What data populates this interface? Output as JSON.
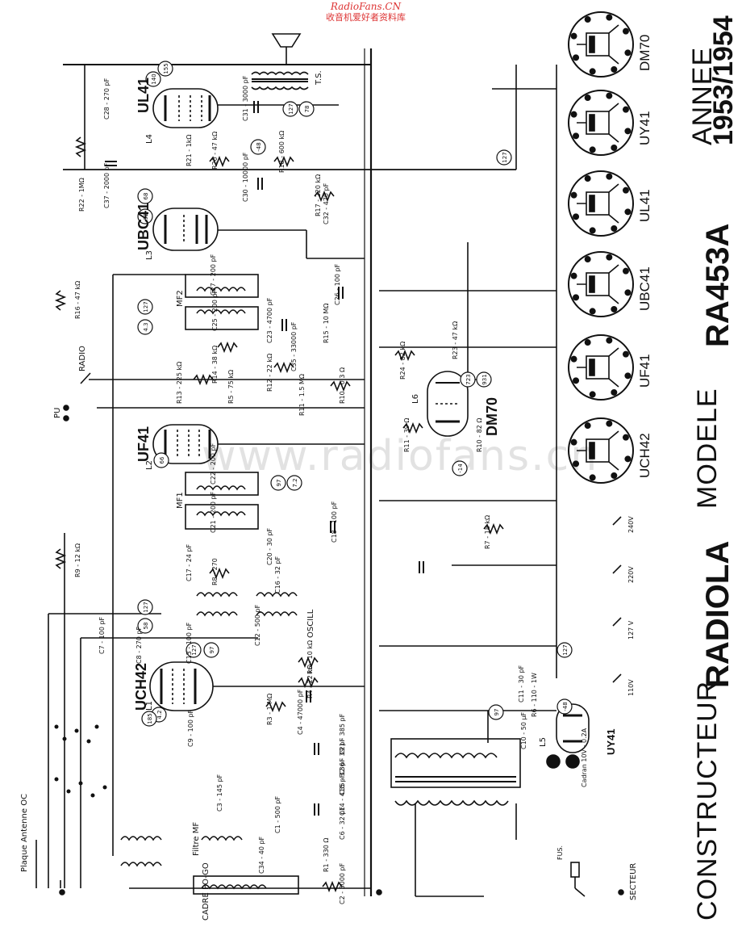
{
  "watermark": {
    "site": "RadioFans.CN",
    "subtitle": "收音机爱好者资料库",
    "center": "www.radiofans.cn"
  },
  "header": {
    "constructeur_label": "CONSTRUCTEUR",
    "constructeur_value": "RADIOLA",
    "modele_label": "MODELE",
    "modele_value": "RA453A",
    "annee_label": "ANNEE",
    "annee_value": "1953/1954"
  },
  "tubes": [
    {
      "name": "UCH42"
    },
    {
      "name": "UF41"
    },
    {
      "name": "UBC41"
    },
    {
      "name": "UL41"
    },
    {
      "name": "UY41"
    },
    {
      "name": "DM70"
    }
  ],
  "valves": {
    "ul41": "UL41",
    "ubc41": "UBC41",
    "uf41": "UF41",
    "uch42": "UCH42",
    "uy41": "UY41",
    "dm70": "DM70",
    "ul41_ref": "L4",
    "ubc41_ref": "L3",
    "uf41_ref": "L2",
    "uch42_ref": "L1",
    "uy41_ref": "L5",
    "dm70_ref": "L6"
  },
  "voltage_selector": [
    "110V",
    "127 V",
    "220V",
    "240V"
  ],
  "components": {
    "r22": "R22 - 1MΩ",
    "c37": "C37 - 2000 pF",
    "c28": "C28 - 270 pF",
    "c31": "C31 - 3000 pF",
    "r21": "R21 - 1kΩ",
    "r20": "R20 - 47 kΩ",
    "r18": "R18 - 600 kΩ",
    "c30": "C30 - 10000 pF",
    "r17": "R17 - 220 kΩ",
    "c32": "C32 - 470 pF",
    "c27": "C27 - 200 pF",
    "c26": "C26 - 100 pF",
    "r16": "R16 - 47 kΩ",
    "c23": "C23 - 4700 pF",
    "r15": "R15 - 10 MΩ",
    "c25": "C25 - 200 pF",
    "r24": "R24 - 82 kΩ",
    "r23": "R23 - 47 kΩ",
    "c35": "C35 - 33000 pF",
    "r14": "R14 - 38 kΩ",
    "r12": "R12 - 22 kΩ",
    "r13": "R13 - 225 kΩ",
    "r5": "R5 - 75 kΩ",
    "r10": "R10 - 0.3 Ω",
    "r11b": "R11 - 1.5 MΩ",
    "r11": "R11 - 39 Ω",
    "r10b": "R10 - 82 Ω",
    "c22": "C22 - 200 pF",
    "c21b": "C21 - 200 pF",
    "c20": "C20 - 30 pF",
    "c18": "C18 - 100 pF",
    "r7": "R7 - 18 kΩ",
    "r9": "R9 - 12 kΩ",
    "c17": "C17 - 24 pF",
    "r8": "R8 - 270",
    "c16": "C16 - 32 pF",
    "c15": "C15",
    "c13": "C13 - 100 pF",
    "c12": "C12 - 500 pF",
    "c9": "C9 - 100 pF",
    "c8": "C8 - 270 pF",
    "c7": "C7 - 100 pF",
    "r6": "R6 - 10 kΩ",
    "r4": "R4 - 22 kΩ",
    "r3": "R3 - 1 MΩ",
    "c4": "C4 - 47000 pF",
    "c11": "C11 - 30 pF",
    "r6b": "R6 - 110 - 1W",
    "c10": "C10 - 50 µF",
    "c21": "C21 - 385 pF",
    "c36": "C36 - 39 pF",
    "c35b": "C35 - 32 pF",
    "c14": "C14 - 415 pF",
    "c3": "C3 - 145 pF",
    "c1": "C1 - 500 pF",
    "c6": "C6 - 32 pF",
    "r1": "R1 - 330 Ω",
    "c34": "C34 - 40 pF",
    "c2": "C2 - 3000 pF",
    "fuse": "FUS.",
    "cadran": "Cadran 10V - 0.2A",
    "filtre": "Filtre MF",
    "cadre": "CADRE PO-GO",
    "secteur": "SECTEUR",
    "plaque": "Plaque Antenne OC",
    "pu": "PU",
    "radio": "RADIO",
    "oscill": "OSCILL",
    "mf1": "MF1",
    "mf2": "MF2",
    "ts": "T.S."
  },
  "voltages": [
    "140",
    "155",
    "127",
    "78",
    "-48",
    "68",
    "92",
    "127",
    "4.3",
    "723",
    "931",
    "-14",
    "97",
    "7.2",
    "127",
    "58",
    "127",
    "97",
    "4.2",
    "185",
    "97",
    "127",
    "-48",
    "127",
    "66"
  ],
  "tube_sockets": {
    "uch42": "UCH42",
    "uf41": "UF41",
    "ubc41": "UBC41",
    "ul41": "UL41",
    "uy41": "UY41",
    "dm70": "DM70"
  }
}
